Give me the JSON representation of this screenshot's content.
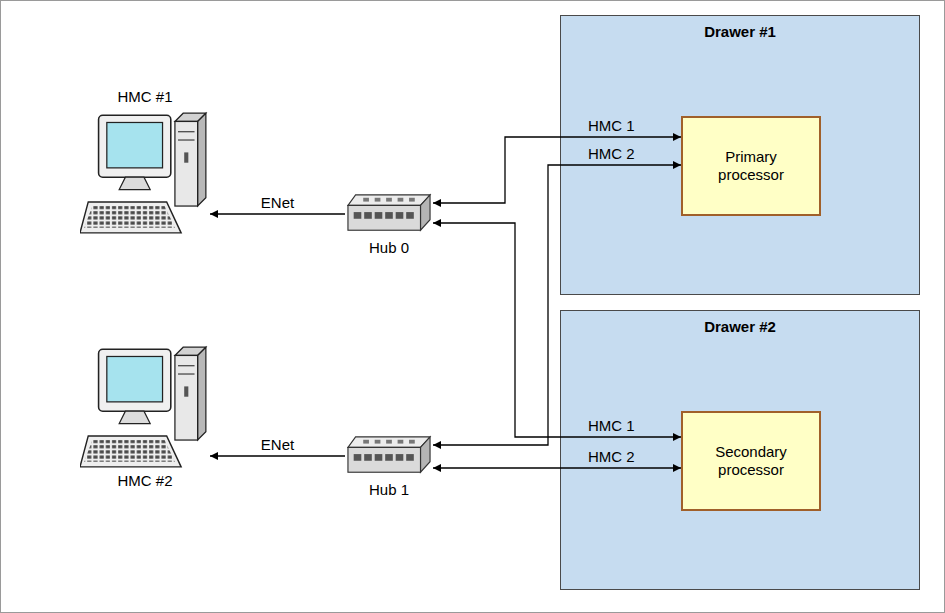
{
  "diagram": {
    "nodes": [
      {
        "text": [
          "HMC #1"
        ]
      },
      {
        "text": [
          "Hub 0"
        ]
      },
      {
        "text": [
          "Drawer #1"
        ]
      },
      {
        "text": [
          "Primary processor"
        ],
        "in": 2
      },
      {
        "text": [
          "HMC #2"
        ]
      },
      {
        "text": [
          "Hub 1"
        ]
      },
      {
        "text": [
          "Drawer #2"
        ]
      },
      {
        "text": [
          "Secondary processor"
        ],
        "in": 6
      }
    ],
    "edges": [
      {
        "from": 1,
        "to": 0,
        "arrow": "to",
        "label": "ENet"
      },
      {
        "from": 5,
        "to": 4,
        "arrow": "to",
        "label": "ENet"
      },
      {
        "from": 3,
        "to": 1,
        "arrow": "both",
        "label": "HMC 1"
      },
      {
        "from": 3,
        "to": 5,
        "arrow": "both",
        "label": "HMC 2"
      },
      {
        "from": 7,
        "to": 1,
        "arrow": "both",
        "label": "HMC 1"
      },
      {
        "from": 7,
        "to": 5,
        "arrow": "both",
        "label": "HMC 2"
      }
    ]
  }
}
